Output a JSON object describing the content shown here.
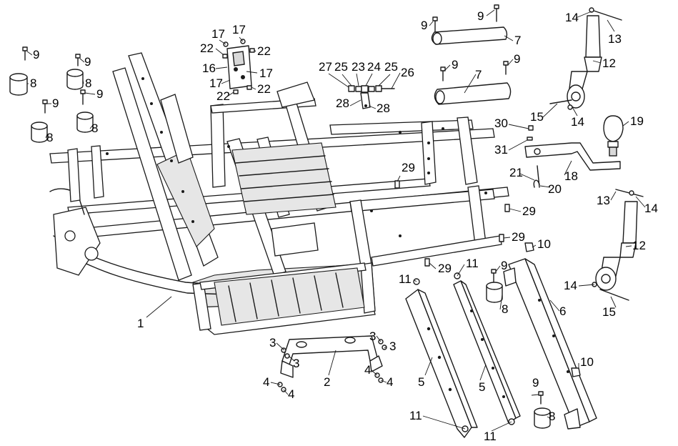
{
  "callouts": [
    {
      "text": "1"
    },
    {
      "text": "2"
    },
    {
      "text": "3"
    },
    {
      "text": "3"
    },
    {
      "text": "3"
    },
    {
      "text": "3"
    },
    {
      "text": "4"
    },
    {
      "text": "4"
    },
    {
      "text": "4"
    },
    {
      "text": "4"
    },
    {
      "text": "5"
    },
    {
      "text": "5"
    },
    {
      "text": "6"
    },
    {
      "text": "7"
    },
    {
      "text": "7"
    },
    {
      "text": "8"
    },
    {
      "text": "8"
    },
    {
      "text": "8"
    },
    {
      "text": "8"
    },
    {
      "text": "8"
    },
    {
      "text": "8"
    },
    {
      "text": "9"
    },
    {
      "text": "9"
    },
    {
      "text": "9"
    },
    {
      "text": "9"
    },
    {
      "text": "9"
    },
    {
      "text": "9"
    },
    {
      "text": "9"
    },
    {
      "text": "9"
    },
    {
      "text": "9"
    },
    {
      "text": "9"
    },
    {
      "text": "10"
    },
    {
      "text": "10"
    },
    {
      "text": "11"
    },
    {
      "text": "11"
    },
    {
      "text": "11"
    },
    {
      "text": "11"
    },
    {
      "text": "12"
    },
    {
      "text": "12"
    },
    {
      "text": "13"
    },
    {
      "text": "13"
    },
    {
      "text": "14"
    },
    {
      "text": "14"
    },
    {
      "text": "14"
    },
    {
      "text": "14"
    },
    {
      "text": "15"
    },
    {
      "text": "15"
    },
    {
      "text": "16"
    },
    {
      "text": "17"
    },
    {
      "text": "17"
    },
    {
      "text": "17"
    },
    {
      "text": "17"
    },
    {
      "text": "18"
    },
    {
      "text": "19"
    },
    {
      "text": "20"
    },
    {
      "text": "21"
    },
    {
      "text": "22"
    },
    {
      "text": "22"
    },
    {
      "text": "22"
    },
    {
      "text": "22"
    },
    {
      "text": "23"
    },
    {
      "text": "24"
    },
    {
      "text": "25"
    },
    {
      "text": "25"
    },
    {
      "text": "26"
    },
    {
      "text": "27"
    },
    {
      "text": "28"
    },
    {
      "text": "28"
    },
    {
      "text": "29"
    },
    {
      "text": "29"
    },
    {
      "text": "29"
    },
    {
      "text": "29"
    },
    {
      "text": "30"
    },
    {
      "text": "31"
    }
  ]
}
